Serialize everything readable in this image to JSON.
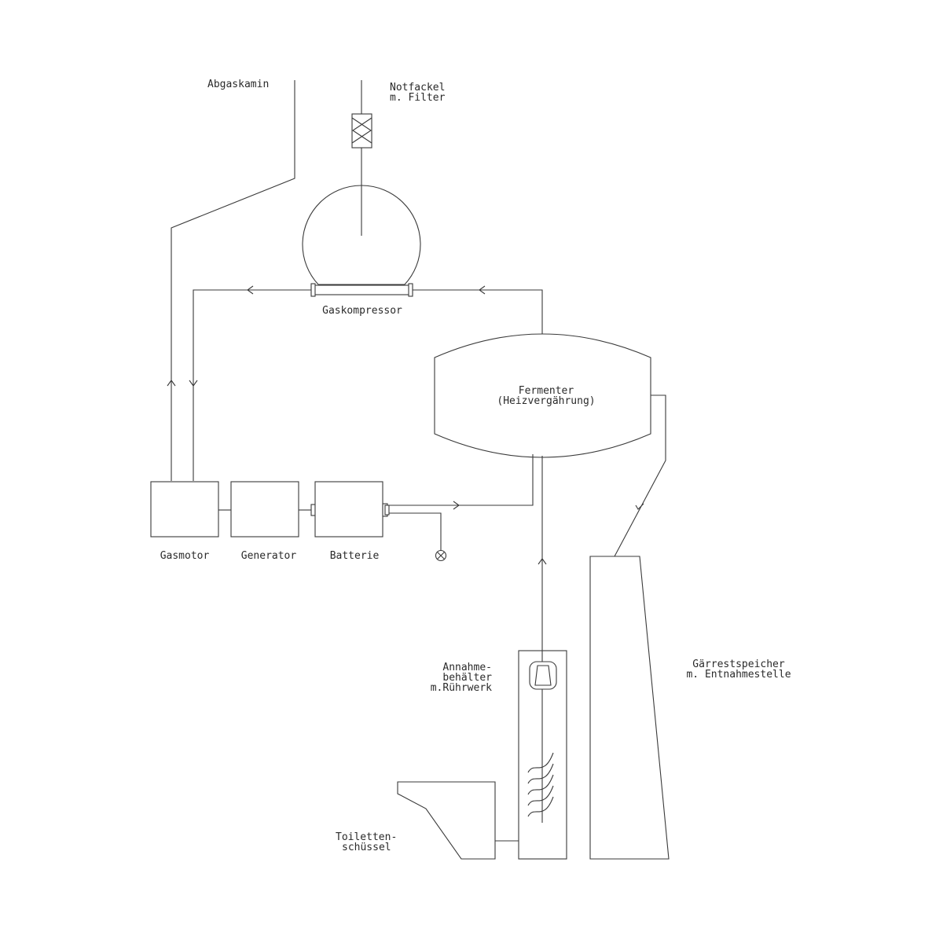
{
  "labels": {
    "exhaust_stack": "Abgaskamin",
    "emergency_flare": [
      "Notfackel",
      "m. Filter"
    ],
    "gas_compressor": "Gaskompressor",
    "fermenter": [
      "Fermenter",
      "(Heizvergährung)"
    ],
    "gas_engine": "Gasmotor",
    "generator": "Generator",
    "battery": "Batterie",
    "receiving_tank": [
      "Annahme-",
      "behälter",
      "m.Rührwerk"
    ],
    "digestate_storage": [
      "Gärrestspeicher",
      "m. Entnahmestelle"
    ],
    "toilet_bowl": [
      "Toiletten-",
      "schüssel"
    ]
  },
  "colors": {
    "line": "#3a3a3a",
    "text": "#2a2a2a",
    "background": "#ffffff"
  },
  "icons": {
    "flare_valve": "flame-arrester-icon",
    "lamp": "lamp-cross-icon",
    "agitator": "agitator-icon"
  }
}
